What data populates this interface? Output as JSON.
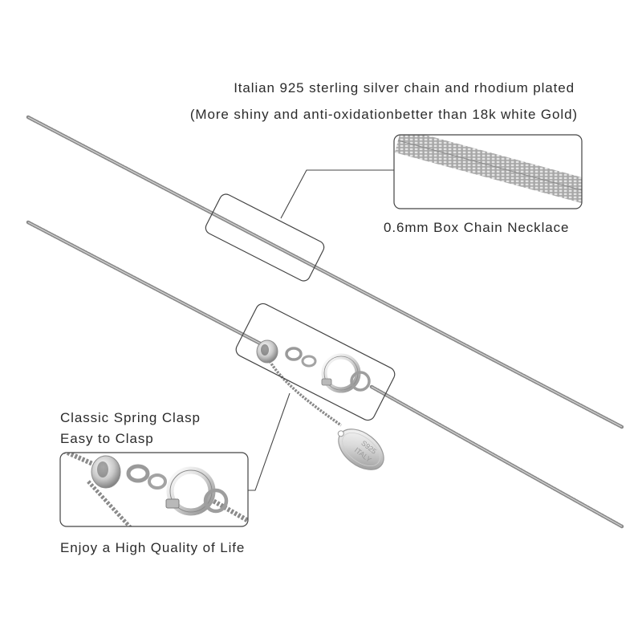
{
  "headline": {
    "line1": "Italian 925 sterling silver chain and rhodium plated",
    "line2": "(More shiny and anti-oxidationbetter than 18k white Gold)"
  },
  "callouts": {
    "box_chain": "0.6mm Box Chain Necklace",
    "clasp_line1": "Classic Spring Clasp",
    "clasp_line2": "Easy to Clasp",
    "quality": "Enjoy a High Quality of Life"
  },
  "tag": {
    "line1": "S925",
    "line2": "ITALY"
  },
  "colors": {
    "chain": "#8f8f8f",
    "frame": "#444444",
    "metal_light": "#f2f2f2",
    "metal_dark": "#9b9b9b"
  }
}
